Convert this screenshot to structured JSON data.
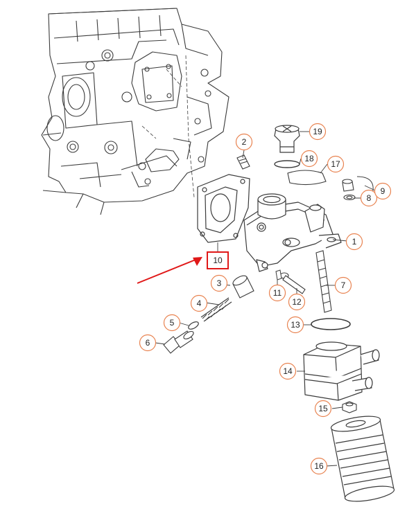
{
  "diagram": {
    "callouts": [
      {
        "id": "c1",
        "text": "1"
      },
      {
        "id": "c2",
        "text": "2"
      },
      {
        "id": "c3",
        "text": "3"
      },
      {
        "id": "c4",
        "text": "4"
      },
      {
        "id": "c5",
        "text": "5"
      },
      {
        "id": "c6",
        "text": "6"
      },
      {
        "id": "c7",
        "text": "7"
      },
      {
        "id": "c8",
        "text": "8"
      },
      {
        "id": "c9",
        "text": "9"
      },
      {
        "id": "c10",
        "text": "10"
      },
      {
        "id": "c11",
        "text": "11"
      },
      {
        "id": "c12",
        "text": "12"
      },
      {
        "id": "c13",
        "text": "13"
      },
      {
        "id": "c14",
        "text": "14"
      },
      {
        "id": "c15",
        "text": "15"
      },
      {
        "id": "c16",
        "text": "16"
      },
      {
        "id": "c17",
        "text": "17"
      },
      {
        "id": "c18",
        "text": "18"
      },
      {
        "id": "c19",
        "text": "19"
      }
    ],
    "highlighted_part": "10",
    "colors": {
      "line": "#3a3a3a",
      "callout_border": "#e8824f",
      "highlight_border": "#e01818",
      "arrow": "#e01818"
    }
  }
}
